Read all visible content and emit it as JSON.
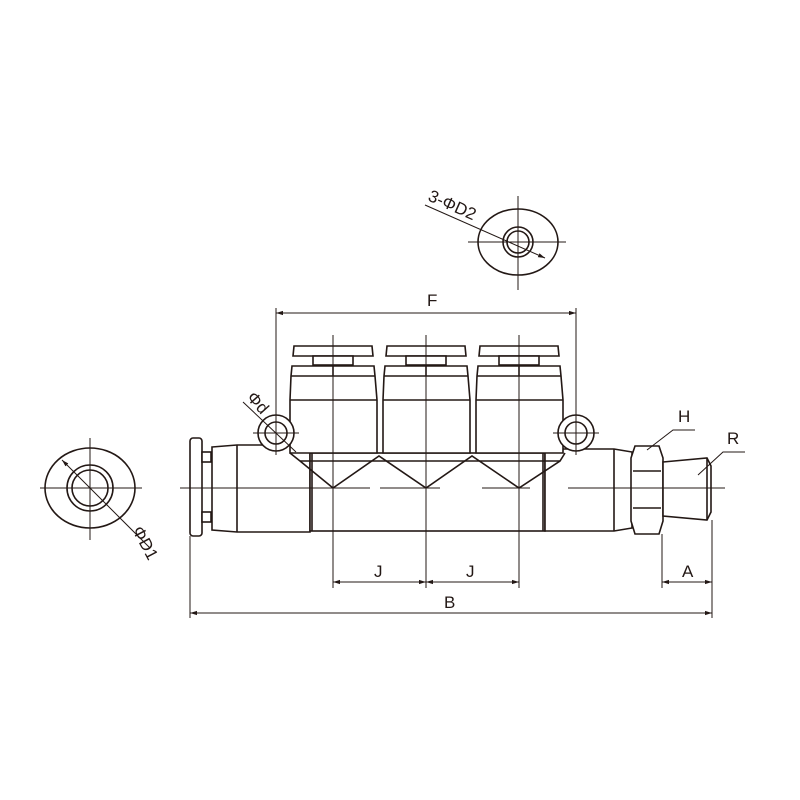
{
  "labels": {
    "d2": "3-ΦD2",
    "f": "F",
    "d": "Φd",
    "h": "H",
    "r": "R",
    "d1": "ΦD1",
    "j1": "J",
    "j2": "J",
    "b": "B",
    "a": "A"
  },
  "colors": {
    "line": "#231815",
    "background": "#ffffff"
  }
}
